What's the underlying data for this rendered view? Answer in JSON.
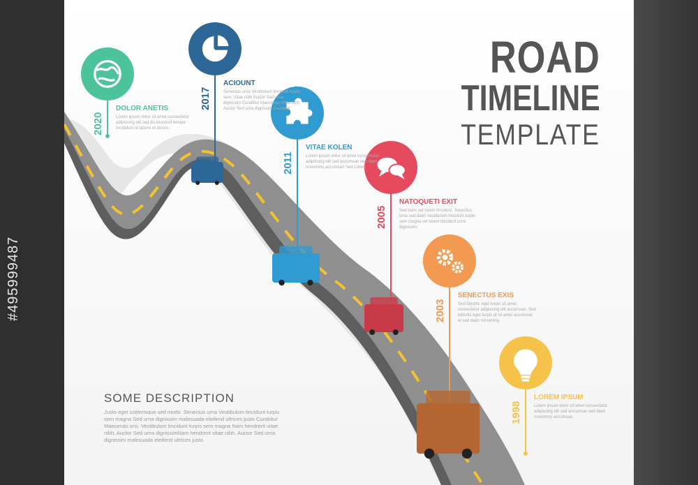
{
  "title": {
    "line1": "ROAD",
    "line2": "TIMELINE",
    "line3": "TEMPLATE"
  },
  "side_text": "#495999487",
  "description": {
    "title": "SOME DESCRIPTION",
    "body": "Justo eget scelerisque sed morbi. Senectus urna Vestibulum tincidunt turpis sem magna Sed urna dignissim malesuada eleifend ultrices justo Curabitur Maecenas orci. Vestibulum tincidunt turpis sem magna Nam hendrerit vitae nibh. Auctor Sed urna dignissimNam hendrerit vitae nibh. Auctor Sed urna dignissim malesuada eleifend ultrices justo"
  },
  "colors": {
    "green": "#4cc39a",
    "darkblue": "#2d6797",
    "blue": "#2f9bd0",
    "red": "#e54a5f",
    "orange": "#f39a52",
    "yellow": "#f5c34a",
    "road": "#8a8a8a",
    "road_line": "#f2c230"
  },
  "items": [
    {
      "year": "2020",
      "title": "DOLOR ANETIS",
      "body": "Lorem ipsum dolor sit amet consectetur adipiscing elit sed do eiusmod tempor incididunt ut labore et dolore.",
      "color": "#4cc39a",
      "icon": "globe-icon"
    },
    {
      "year": "2017",
      "title": "ACIOUNT",
      "body": "Senectus urna Vestibulum tincidunt turpis sem. Vitae nibh Auctor Sed urna dignissim Curabitur Maecenas Vitae nibh Auctor Sed urna dignissim Curabitur",
      "color": "#2d6797",
      "icon": "pie-chart-icon"
    },
    {
      "year": "2011",
      "title": "VITAE KOLEN",
      "body": "Lorem ipsum dolor sit amet consectetur adipiscing elit sed accumsan sed diam nonummy accumsan Sed Lorem",
      "color": "#2f9bd0",
      "icon": "puzzle-icon"
    },
    {
      "year": "2005",
      "title": "NATOQUETI EXIT",
      "body": "Sed nunc vel lorem tincidunt. Senectus urna sed diam Vestibulum tincidunt turpis sem magna vel lorem tincidunt urna dignissim.",
      "color": "#e54a5f",
      "icon": "chat-bubbles-icon"
    },
    {
      "year": "2003",
      "title": "SENECTUS EXIS",
      "body": "Sed lobortis eget turpis sit amet consectetur adipiscing elit accumsan. Sed lobortis eget turpis ut sit amet accumsan et sed diam nonummy.",
      "color": "#f39a52",
      "icon": "gears-icon"
    },
    {
      "year": "1998",
      "title": "LOREM IPSUM",
      "body": "Lorem ipsum dolor sit amet consectetur adipiscing elit sed accumsan sed diam nonummy accumsan.",
      "color": "#f5c34a",
      "icon": "lightbulb-icon"
    }
  ]
}
